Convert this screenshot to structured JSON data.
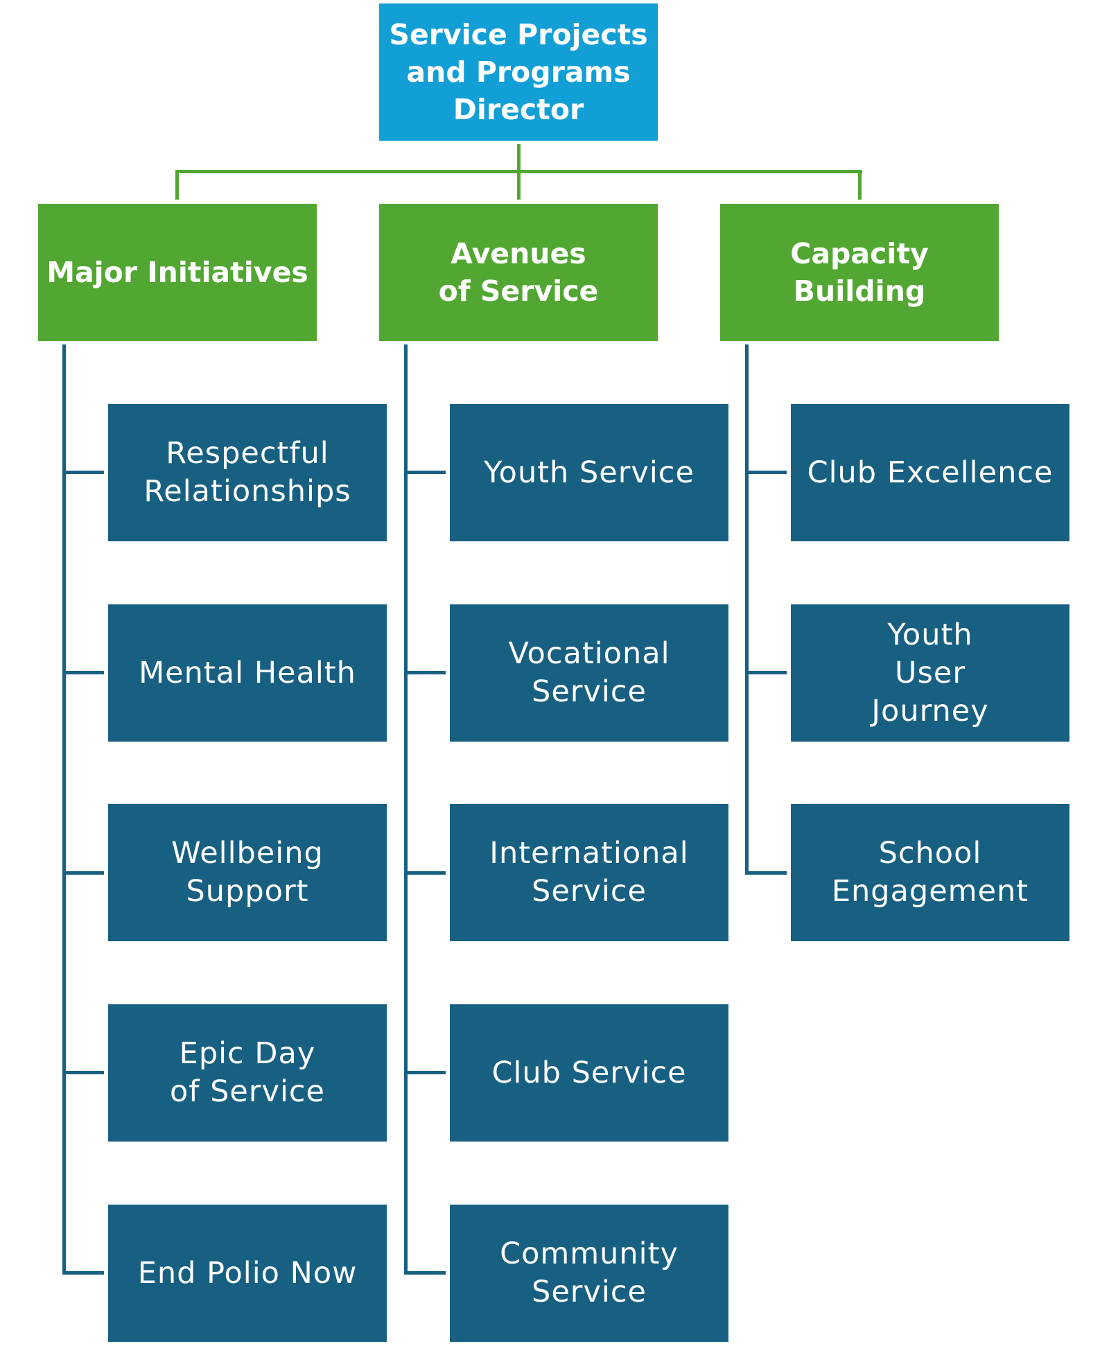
{
  "chart": {
    "director": "Service Projects and Programs Director",
    "colors": {
      "director": "#129FD6",
      "branch": "#52A732",
      "leaf": "#186082",
      "connector_top": "#52A732",
      "connector_branch": "#186082"
    },
    "branches": [
      {
        "label": "Major Initiatives",
        "children": [
          "Respectful Relationships",
          "Mental Health",
          "Wellbeing Support",
          "Epic Day of Service",
          "End Polio Now"
        ]
      },
      {
        "label": "Avenues of Service",
        "children": [
          "Youth Service",
          "Vocational Service",
          "International Service",
          "Club Service",
          "Community Service"
        ]
      },
      {
        "label": "Capacity Building",
        "children": [
          "Club Excellence",
          "Youth User Journey",
          "School Engagement"
        ]
      }
    ]
  }
}
